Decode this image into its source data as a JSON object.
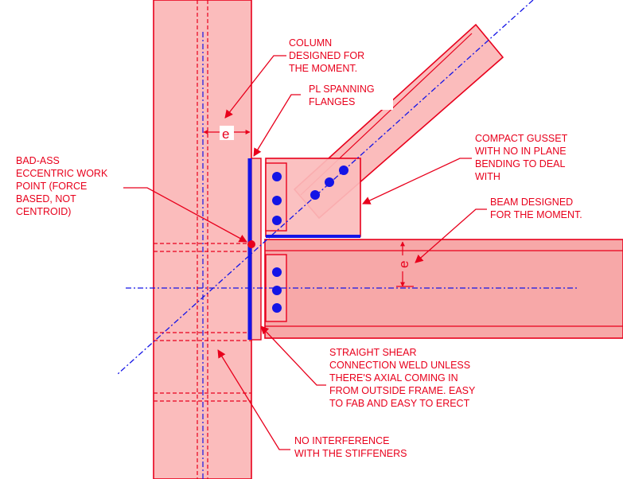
{
  "colors": {
    "steel_fill": "#fbbcbc",
    "steel_fill_dark": "#f7a8a8",
    "outline_red": "#e8001c",
    "centerline_blue": "#1414e6",
    "weld_blue": "#1414e6",
    "bolt_blue": "#1414e6"
  },
  "annotations": {
    "column": [
      "COLUMN",
      "DESIGNED FOR",
      "THE MOMENT."
    ],
    "pl_spanning": [
      "PL SPANNING",
      "FLANGES"
    ],
    "work_point": [
      "BAD-ASS",
      "ECCENTRIC WORK",
      "POINT (FORCE",
      "BASED, NOT",
      "CENTROID)"
    ],
    "gusset": [
      "COMPACT GUSSET",
      "WITH NO IN PLANE",
      "BENDING TO DEAL",
      "WITH"
    ],
    "beam": [
      "BEAM DESIGNED",
      "FOR THE MOMENT."
    ],
    "shear_weld": [
      "STRAIGHT SHEAR",
      "CONNECTION WELD UNLESS",
      "THERE'S AXIAL COMING IN",
      "FROM OUTSIDE FRAME.  EASY",
      "TO FAB AND EASY TO ERECT"
    ],
    "stiffeners": [
      "NO INTERFERENCE",
      "WITH THE STIFFENERS"
    ]
  },
  "dimensions": {
    "column_eccentricity": "e",
    "beam_eccentricity": "e"
  }
}
